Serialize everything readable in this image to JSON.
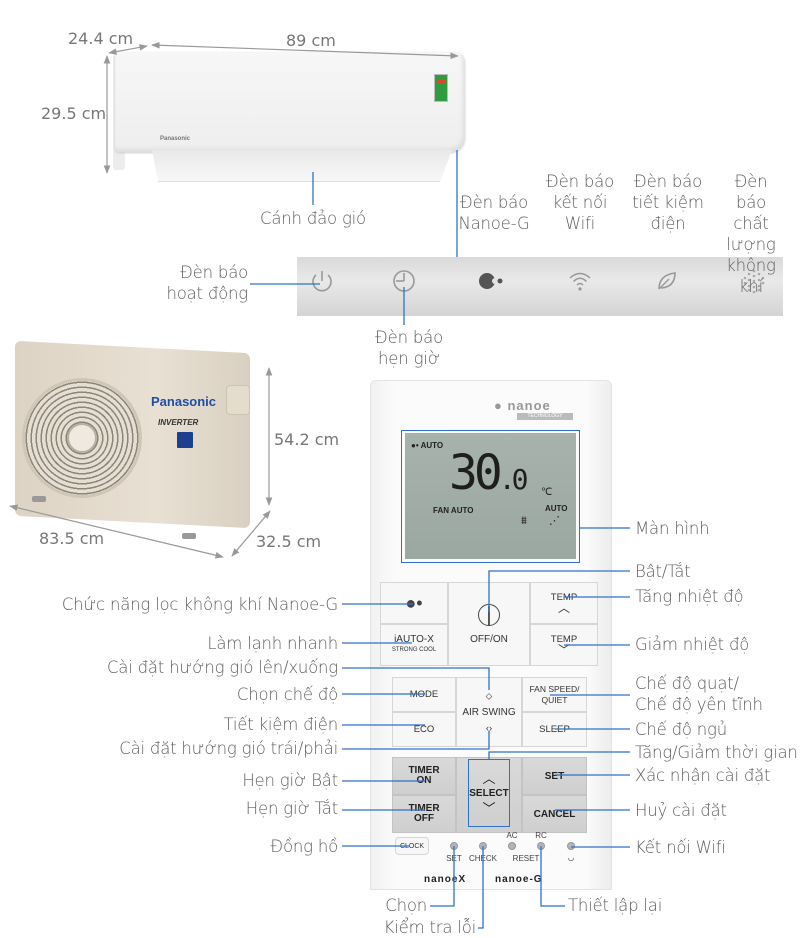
{
  "indoor_unit": {
    "brand": "Panasonic",
    "dimensions": {
      "depth": "24.4 cm",
      "width": "89 cm",
      "height": "29.5 cm"
    },
    "louver_label": "Cánh đảo gió"
  },
  "panel": {
    "indicators": [
      {
        "label": "Đèn báo\nhoạt động",
        "icon": "power-icon"
      },
      {
        "label": "Đèn báo\nhẹn giờ",
        "icon": "timer-icon"
      },
      {
        "label": "Đèn báo\nNanoe-G",
        "icon": "nanoe-icon"
      },
      {
        "label": "Đèn báo\nkết nối\nWifi",
        "icon": "wifi-icon"
      },
      {
        "label": "Đèn báo\ntiết kiệm\nđiện",
        "icon": "leaf-icon"
      },
      {
        "label": "Đèn báo\nchất lượng\nkhông khí",
        "icon": "dots-icon"
      }
    ]
  },
  "outdoor_unit": {
    "brand": "Panasonic",
    "badge": "INVERTER",
    "dimensions": {
      "height": "54.2 cm",
      "width": "83.5 cm",
      "depth": "32.5 cm"
    }
  },
  "remote": {
    "logo": "nanoe",
    "logo_sub": "TECHNOLOGY",
    "lcd": {
      "mode": "AUTO",
      "temp_int": "30",
      "temp_dec": ".0",
      "unit": "℃",
      "fan": "FAN AUTO",
      "swing": "AUTO"
    },
    "buttons": {
      "off_on": "OFF/ON",
      "temp_up": "TEMP",
      "temp_down": "TEMP",
      "iauto": "iAUTO-X",
      "iauto_sub": "STRONG COOL",
      "mode": "MODE",
      "eco": "ECO",
      "air_swing": "AIR SWING",
      "fan_speed": "FAN SPEED/\nQUIET",
      "sleep": "SLEEP",
      "timer_on": "TIMER\nON",
      "timer_off": "TIMER\nOFF",
      "select": "SELECT",
      "set": "SET",
      "cancel": "CANCEL",
      "clock": "CLOCK"
    },
    "indicators": {
      "set": "SET",
      "check": "CHECK",
      "ac": "AC",
      "rc": "RC",
      "reset": "RESET"
    },
    "footer_logos": [
      "nanoeX",
      "nanoe-G"
    ]
  },
  "annotations": {
    "screen": "Màn hình",
    "on_off": "Bật/Tắt",
    "temp_up": "Tăng nhiệt độ",
    "temp_down": "Giảm nhiệt độ",
    "fan_quiet": "Chế độ quạt/\nChế độ yên tĩnh",
    "sleep": "Chế độ ngủ",
    "time_adjust": "Tăng/Giảm thời gian",
    "confirm": "Xác nhận cài đặt",
    "cancel": "Huỷ cài đặt",
    "wifi": "Kết nối Wifi",
    "nanoe": "Chức năng lọc không khí Nanoe-G",
    "fast_cool": "Làm lạnh nhanh",
    "swing_vertical": "Cài đặt hướng gió lên/xuống",
    "mode": "Chọn chế độ",
    "eco": "Tiết kiệm điện",
    "swing_horizontal": "Cài đặt hướng gió trái/phải",
    "timer_on": "Hẹn giờ Bật",
    "timer_off": "Hẹn giờ Tắt",
    "clock": "Đồng hồ",
    "select": "Chọn",
    "check": "Kiểm tra lỗi",
    "reset": "Thiết lập lại"
  },
  "colors": {
    "leader_line": "#2f6fd0",
    "label_text": "#5f5f5f",
    "brand_blue": "#1f4ea3"
  }
}
